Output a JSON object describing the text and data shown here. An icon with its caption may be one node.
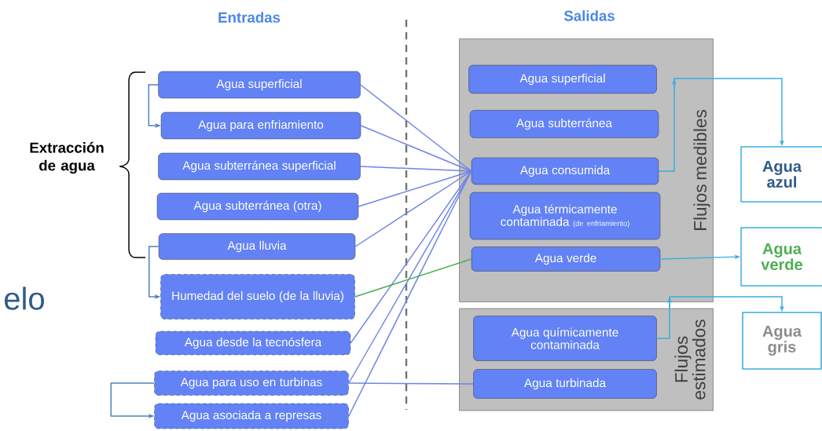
{
  "diagram": {
    "nodes": [
      {
        "text": [
          "Agua superficial"
        ]
      },
      {
        "text": [
          "Agua para enfriamiento"
        ]
      },
      {
        "text": [
          "Agua subterránea superficial"
        ]
      },
      {
        "text": [
          "Agua subterránea (otra)"
        ]
      },
      {
        "text": [
          "Agua lluvia"
        ]
      },
      {
        "text": [
          "Humedad del suelo (de la lluvia)"
        ]
      },
      {
        "text": [
          "Agua desde la tecnósfera"
        ]
      },
      {
        "text": [
          "Agua para uso en turbinas"
        ]
      },
      {
        "text": [
          "Agua asociada a represas"
        ]
      },
      {
        "text": [
          "Flujos medibles"
        ]
      },
      {
        "text": [
          "Agua superficial"
        ],
        "in": 9
      },
      {
        "text": [
          "Agua subterránea"
        ],
        "in": 9
      },
      {
        "text": [
          "Agua consumida"
        ],
        "in": 9
      },
      {
        "text": [
          "Agua térmicamente contaminada",
          "(de enfriamiento)"
        ],
        "in": 9
      },
      {
        "text": [
          "Agua verde"
        ],
        "in": 9
      },
      {
        "text": [
          "Flujos estimados"
        ]
      },
      {
        "text": [
          "Agua químicamente contaminada"
        ],
        "in": 15
      },
      {
        "text": [
          "Agua turbinada"
        ],
        "in": 15
      },
      {
        "text": [
          "Agua azul"
        ]
      },
      {
        "text": [
          "Agua verde"
        ]
      },
      {
        "text": [
          "Agua gris"
        ]
      }
    ],
    "edges": [
      {
        "from": 0,
        "to": 12,
        "arrow": "none"
      },
      {
        "from": 1,
        "to": 12,
        "arrow": "none"
      },
      {
        "from": 2,
        "to": 12,
        "arrow": "none"
      },
      {
        "from": 3,
        "to": 12,
        "arrow": "none"
      },
      {
        "from": 4,
        "to": 12,
        "arrow": "none"
      },
      {
        "from": 6,
        "to": 12,
        "arrow": "none"
      },
      {
        "from": 7,
        "to": 12,
        "arrow": "none"
      },
      {
        "from": 8,
        "to": 12,
        "arrow": "none"
      },
      {
        "from": 7,
        "to": 17,
        "arrow": "none"
      },
      {
        "from": 5,
        "to": 14,
        "arrow": "none",
        "color": "#4caf50"
      },
      {
        "from": 0,
        "to": 1,
        "arrow": "to",
        "color": "#4f81bd"
      },
      {
        "from": 4,
        "to": 5,
        "arrow": "to",
        "color": "#4f81bd"
      },
      {
        "from": 7,
        "to": 8,
        "arrow": "to",
        "color": "#4f81bd"
      },
      {
        "from": 12,
        "to": 18,
        "arrow": "to",
        "color": "#3aaee0"
      },
      {
        "from": 14,
        "to": 19,
        "arrow": "to",
        "color": "#3aaee0"
      },
      {
        "from": 16,
        "to": 20,
        "arrow": "to",
        "color": "#3aaee0"
      }
    ],
    "labels": [
      "Entradas",
      "Salidas",
      "Extracción de agua",
      "elo"
    ]
  }
}
